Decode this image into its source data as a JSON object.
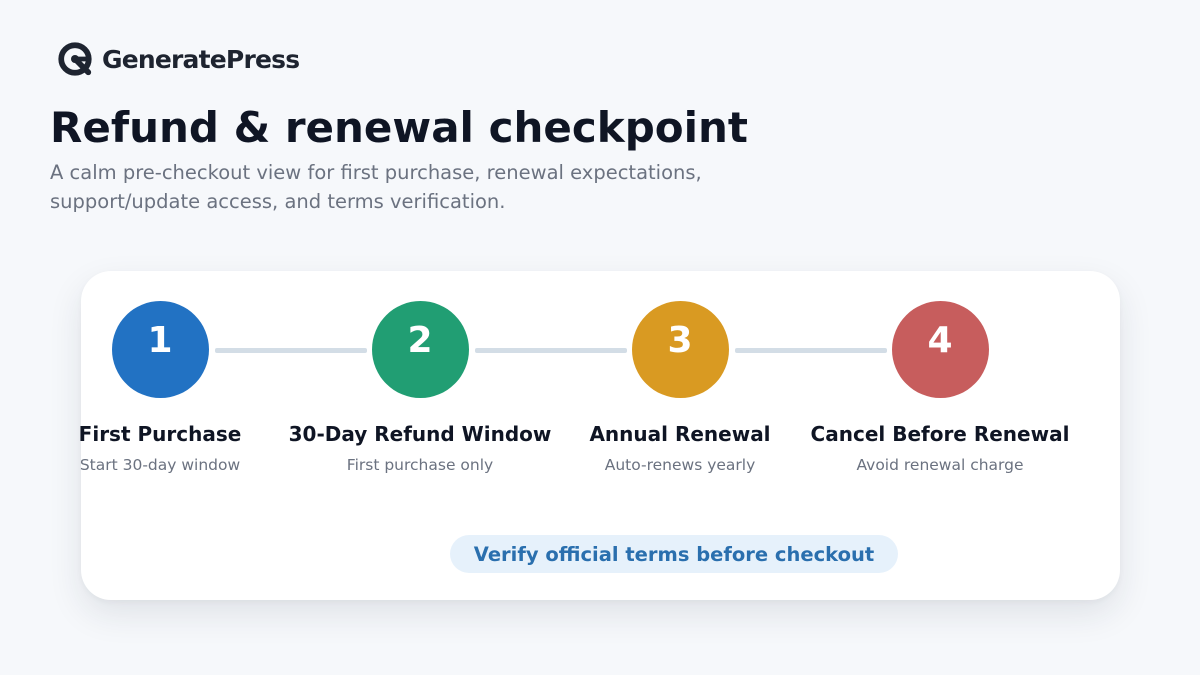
{
  "brand": {
    "name": "GeneratePress",
    "logo_icon": "generatepress-logo-icon"
  },
  "page": {
    "title": "Refund & renewal checkpoint",
    "subtitle": "A calm pre-checkout view for first purchase, renewal expectations, support/update access, and terms verification."
  },
  "steps": [
    {
      "number": "1",
      "title": "First Purchase",
      "description": "Start 30-day window",
      "color": "#2272c3"
    },
    {
      "number": "2",
      "title": "30-Day Refund Window",
      "description": "First purchase only",
      "color": "#219e73"
    },
    {
      "number": "3",
      "title": "Annual Renewal",
      "description": "Auto-renews yearly",
      "color": "#d99a22"
    },
    {
      "number": "4",
      "title": "Cancel Before Renewal",
      "description": "Avoid renewal charge",
      "color": "#c75d5d"
    }
  ],
  "cta": {
    "label": "Verify official terms before checkout"
  }
}
